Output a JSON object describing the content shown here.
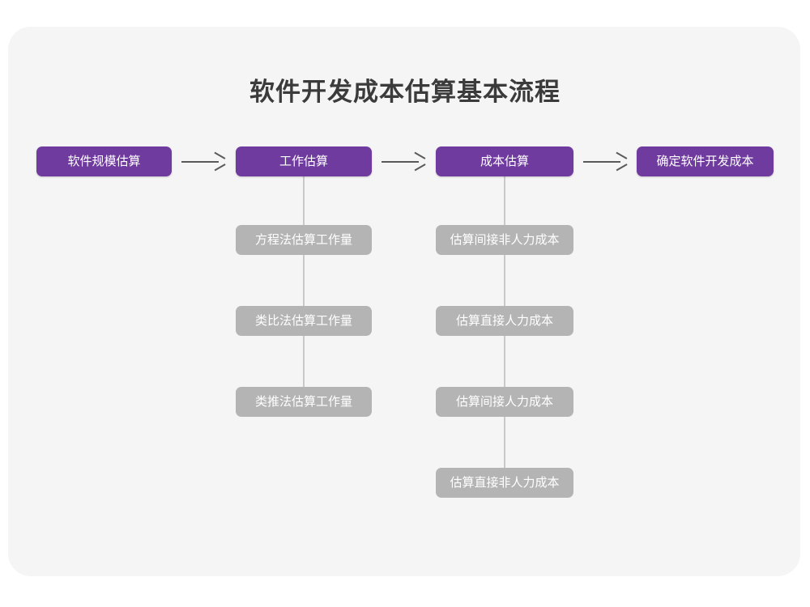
{
  "title": "软件开发成本估算基本流程",
  "theme": {
    "page_background": "#ffffff",
    "card_background": "#f5f5f5",
    "primary_color": "#6f3b9e",
    "secondary_color": "#b4b4b4",
    "title_color": "#3b3b3b",
    "connector_color": "#c9c9c9",
    "arrow_color": "#5a5a5a",
    "node_text_color": "#ffffff"
  },
  "chart_data": {
    "type": "diagram",
    "title": "软件开发成本估算基本流程",
    "layout": "left-to-right flow with vertical sub-step branches",
    "main_flow": [
      "软件规模估算",
      "工作估算",
      "成本估算",
      "确定软件开发成本"
    ],
    "connectors": [
      "arrow-right",
      "arrow-right",
      "arrow-right"
    ],
    "branches": [
      {
        "parent": "工作估算",
        "children": [
          "方程法估算工作量",
          "类比法估算工作量",
          "类推法估算工作量"
        ]
      },
      {
        "parent": "成本估算",
        "children": [
          "估算间接非人力成本",
          "估算直接人力成本",
          "估算间接人力成本",
          "估算直接非人力成本"
        ]
      }
    ]
  },
  "main_flow": {
    "steps": [
      {
        "label": "软件规模估算"
      },
      {
        "label": "工作估算"
      },
      {
        "label": "成本估算"
      },
      {
        "label": "确定软件开发成本"
      }
    ],
    "arrows": [
      {
        "name": "arrow-1",
        "glyph": "⟶"
      },
      {
        "name": "arrow-2",
        "glyph": "⟶"
      },
      {
        "name": "arrow-3",
        "glyph": "⟶"
      }
    ]
  },
  "effort_branch": {
    "parent_label": "工作估算",
    "items": [
      {
        "label": "方程法估算工作量"
      },
      {
        "label": "类比法估算工作量"
      },
      {
        "label": "类推法估算工作量"
      }
    ]
  },
  "cost_branch": {
    "parent_label": "成本估算",
    "items": [
      {
        "label": "估算间接非人力成本"
      },
      {
        "label": "估算直接人力成本"
      },
      {
        "label": "估算间接人力成本"
      },
      {
        "label": "估算直接非人力成本"
      }
    ]
  }
}
